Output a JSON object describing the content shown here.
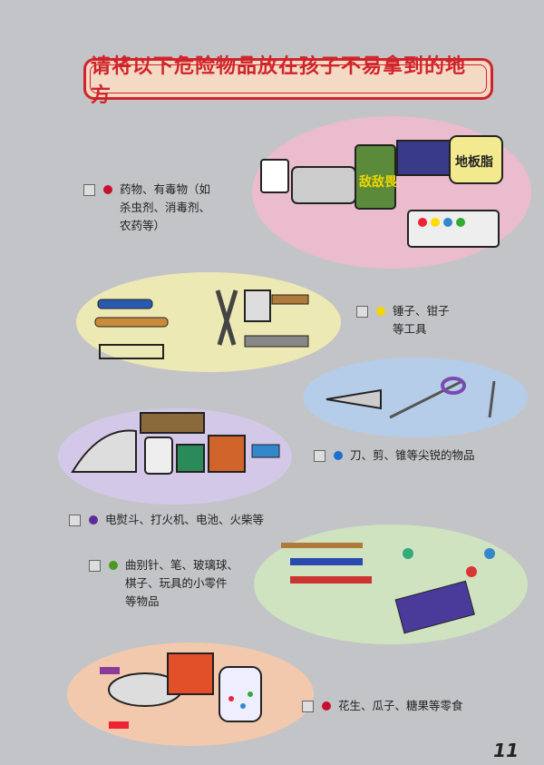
{
  "title": "请将以下危险物品放在孩子不易拿到的地方",
  "items": [
    {
      "text": "药物、有毒物（如\n杀虫剂、消毒剂、\n农药等）",
      "color": "#c8102e"
    },
    {
      "text": "锤子、钳子\n等工具",
      "color": "#f0d800"
    },
    {
      "text": "刀、剪、锥等尖锐的物品",
      "color": "#1e6fd0"
    },
    {
      "text": "电熨斗、打火机、电池、火柴等",
      "color": "#5a2d9c"
    },
    {
      "text": "曲别针、笔、玻璃球、\n棋子、玩具的小零件\n等物品",
      "color": "#4a9a20"
    },
    {
      "text": "花生、瓜子、糖果等零食",
      "color": "#c8102e"
    }
  ],
  "illustration_labels": {
    "medicine_jar": "地板脂",
    "pill_box": "敌敌畏"
  },
  "page_number": "11"
}
